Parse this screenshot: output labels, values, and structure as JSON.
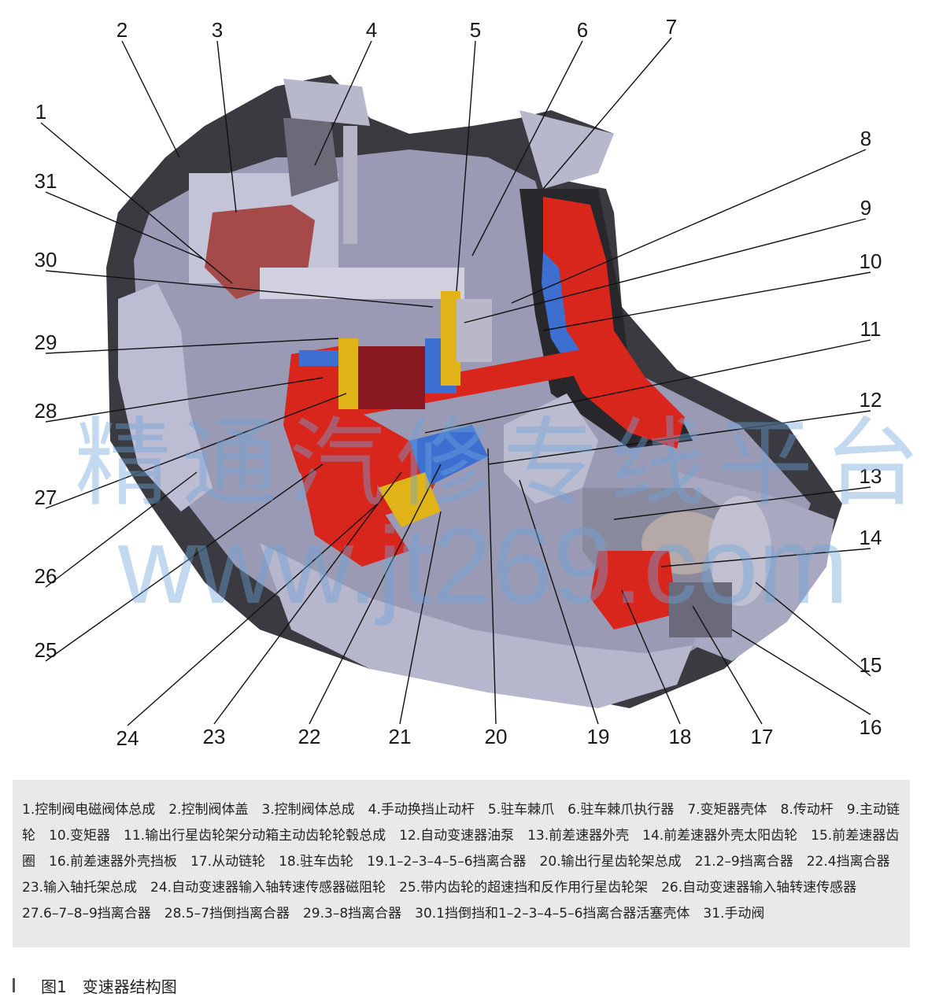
{
  "callouts": [
    "1",
    "2",
    "3",
    "4",
    "5",
    "6",
    "7",
    "8",
    "9",
    "10",
    "11",
    "12",
    "13",
    "14",
    "15",
    "16",
    "17",
    "18",
    "19",
    "20",
    "21",
    "22",
    "23",
    "24",
    "25",
    "26",
    "27",
    "28",
    "29",
    "30",
    "31"
  ],
  "legend": "1.控制阀电磁阀体总成　2.控制阀体盖　3.控制阀体总成　4.手动换挡止动杆　5.驻车棘爪　6.驻车棘爪执行器　7.变矩器壳体　8.传动杆　9.主动链轮　10.变矩器　11.输出行星齿轮架分动箱主动齿轮轮毂总成　12.自动变速器油泵　13.前差速器外壳　14.前差速器外壳太阳齿轮　15.前差速器齿圈　16.前差速器外壳挡板　17.从动链轮　18.驻车齿轮　19.1–2–3–4–5–6挡离合器　20.输出行星齿轮架总成　21.2–9挡离合器　22.4挡离合器　23.输入轴托架总成　24.自动变速器输入轴转速传感器磁阻轮　25.带内齿轮的超速挡和反作用行星齿轮架　26.自动变速器输入轴转速传感器　27.6–7–8–9挡离合器　28.5–7挡倒挡离合器　29.3–8挡离合器　30.1挡倒挡和1–2–3–4–5–6挡离合器活塞壳体　31.手动阀",
  "caption": "图1　变速器结构图",
  "watermark": {
    "chinese": "精通汽修专线平台",
    "url": "www.jt269.com"
  },
  "colors": {
    "housing": "#9a9ab4",
    "cutaway_red": "#d8261c",
    "blue_parts": "#3d6fd0",
    "yellow_parts": "#e0b418",
    "dark_case": "#3a3a40",
    "legend_bg": "#e9e9e9"
  }
}
